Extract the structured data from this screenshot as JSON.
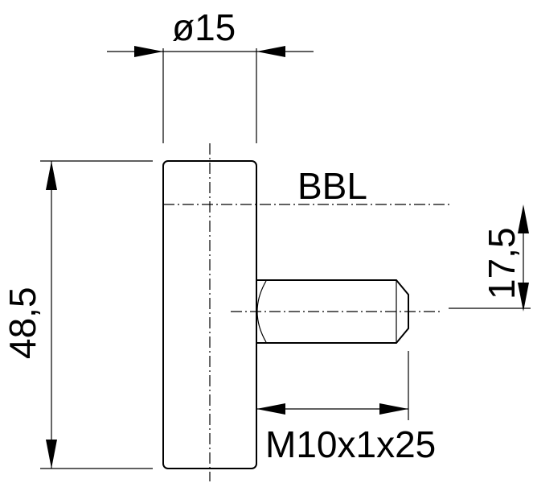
{
  "labels": {
    "diameter": "ø15",
    "baseline": "BBL",
    "offset": "17,5",
    "height": "48,5",
    "thread": "M10x1x25"
  }
}
